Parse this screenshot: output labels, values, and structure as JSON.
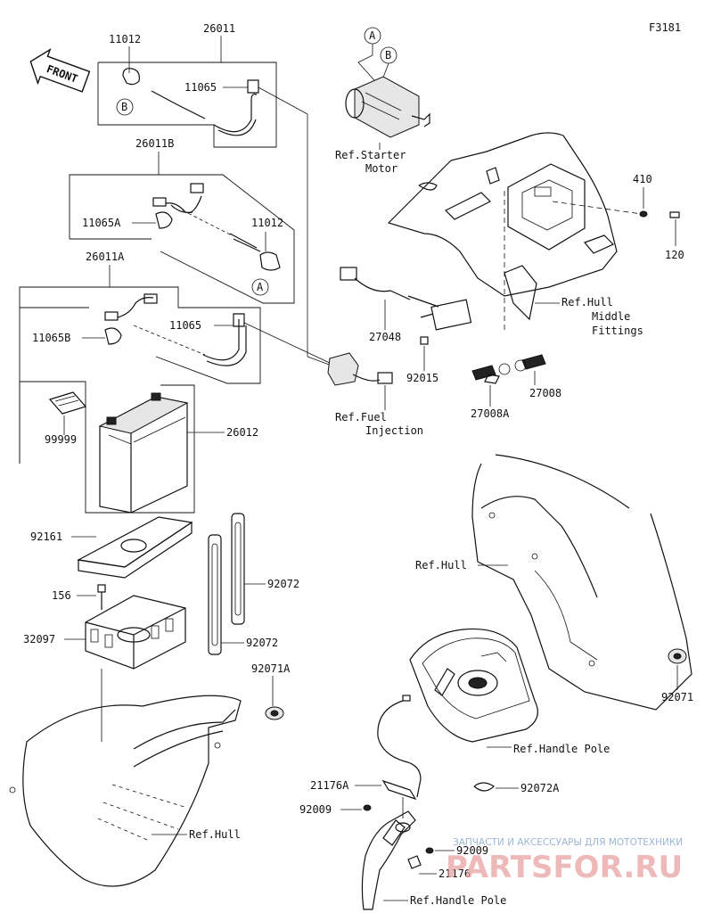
{
  "diagram": {
    "code": "F3181",
    "front_label": "FRONT",
    "labels": {
      "p26011": "26011",
      "p11012_top": "11012",
      "p11065_top": "11065",
      "p26011B": "26011B",
      "p11065A": "11065A",
      "p11012_mid": "11012",
      "p26011A": "26011A",
      "p11065B": "11065B",
      "p11065_mid": "11065",
      "p99999": "99999",
      "p26012": "26012",
      "p92161": "92161",
      "p156": "156",
      "p32097": "32097",
      "p92072_a": "92072",
      "p92072_b": "92072",
      "p92071A": "92071A",
      "p27048": "27048",
      "p92015": "92015",
      "p27008A": "27008A",
      "p27008": "27008",
      "p410": "410",
      "p120": "120",
      "p92071": "92071",
      "p21176A": "21176A",
      "p92009_a": "92009",
      "p92009_b": "92009",
      "p21176": "21176",
      "p92072A": "92072A"
    },
    "refs": {
      "starter_1": "Ref.Starter",
      "starter_2": "Motor",
      "hull_fit_1": "Ref.Hull",
      "hull_fit_2": "Middle",
      "hull_fit_3": "Fittings",
      "fuel_1": "Ref.Fuel",
      "fuel_2": "Injection",
      "hull_mid": "Ref.Hull",
      "handle_pole_1": "Ref.Handle Pole",
      "hull_bottom": "Ref.Hull",
      "handle_pole_2": "Ref.Handle Pole"
    },
    "markers": {
      "A": "A",
      "B": "B"
    }
  },
  "watermark": {
    "top_line": "ЗАПЧАСТИ И АКСЕССУАРЫ ДЛЯ МОТОТЕХНИКИ",
    "brand": "PARTSFOR.RU"
  }
}
